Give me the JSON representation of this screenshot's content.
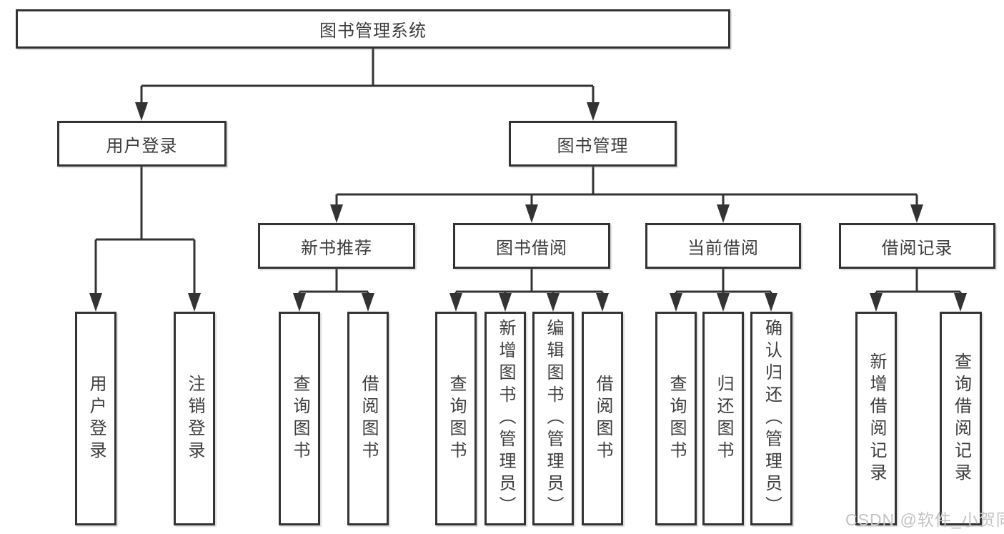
{
  "colors": {
    "line": "#333333",
    "text": "#3d3d3d",
    "background": "#ffffff",
    "watermark": "#c3c3c3"
  },
  "watermark": {
    "text": "CSDN @软件_小贺同学"
  },
  "diagram": {
    "root": {
      "label": "图书管理系统"
    },
    "level2": {
      "user_login": {
        "label": "用户登录"
      },
      "book_management": {
        "label": "图书管理"
      }
    },
    "level3": {
      "new_book_recommend": {
        "label": "新书推荐"
      },
      "book_borrow": {
        "label": "图书借阅"
      },
      "current_borrow": {
        "label": "当前借阅"
      },
      "borrow_records": {
        "label": "借阅记录"
      }
    },
    "level4": {
      "user_login": [
        {
          "label": "用户登录"
        },
        {
          "label": "注销登录"
        }
      ],
      "new_book_recommend": [
        {
          "label": "查询图书"
        },
        {
          "label": "借阅图书"
        }
      ],
      "book_borrow": [
        {
          "label": "查询图书"
        },
        {
          "label": "新增图书（管理员）"
        },
        {
          "label": "编辑图书（管理员）"
        },
        {
          "label": "借阅图书"
        }
      ],
      "current_borrow": [
        {
          "label": "查询图书"
        },
        {
          "label": "归还图书"
        },
        {
          "label": "确认归还（管理员）"
        }
      ],
      "borrow_records": [
        {
          "label": "新增借阅记录"
        },
        {
          "label": "查询借阅记录"
        }
      ]
    }
  }
}
